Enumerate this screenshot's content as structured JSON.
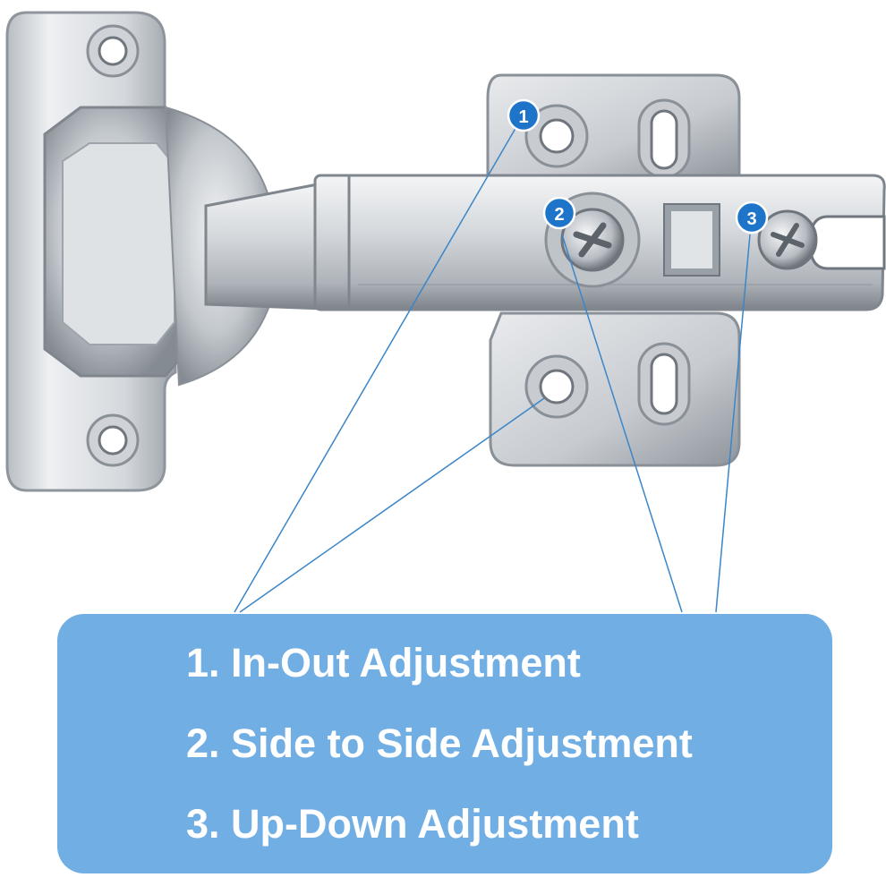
{
  "image": {
    "subject": "hinge-photo",
    "colors": {
      "metal_light": "#eef0f2",
      "metal_mid": "#c9cdd2",
      "metal_dark": "#7d838a",
      "badge": "#1e74c8",
      "leader_line": "#3a86c8",
      "panel": "#71aee3",
      "panel_text": "#ffffff"
    }
  },
  "badges": [
    {
      "number": "1"
    },
    {
      "number": "2"
    },
    {
      "number": "3"
    }
  ],
  "legend": {
    "items": [
      {
        "text": "1. In-Out Adjustment"
      },
      {
        "text": "2. Side to Side Adjustment"
      },
      {
        "text": "3. Up-Down Adjustment"
      }
    ]
  }
}
